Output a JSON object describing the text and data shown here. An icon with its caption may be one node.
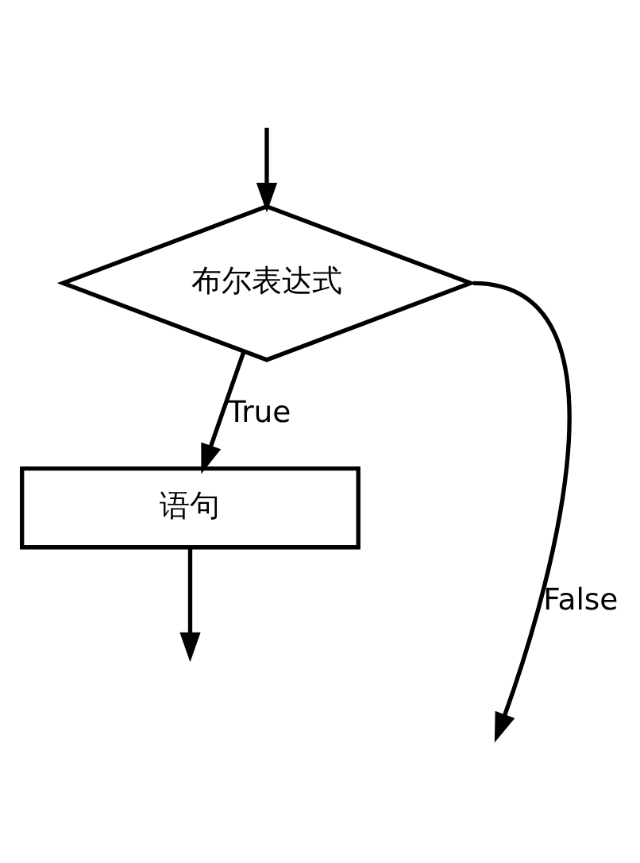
{
  "diagram": {
    "nodes": [
      {
        "text": [
          "布尔表达式"
        ]
      },
      {
        "text": [
          "语句"
        ]
      }
    ],
    "edges": [
      {
        "from": 0,
        "to": null,
        "arrow": "to",
        "label": "False"
      },
      {
        "from": null,
        "to": 0,
        "arrow": "to"
      },
      {
        "from": 0,
        "to": 1,
        "arrow": "to",
        "label": "True"
      },
      {
        "from": 1,
        "to": null,
        "arrow": "to"
      }
    ]
  }
}
